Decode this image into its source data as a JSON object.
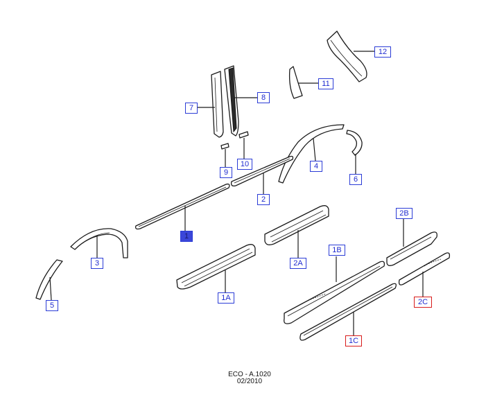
{
  "callouts": [
    {
      "id": "1",
      "label": "1",
      "status": "selected"
    },
    {
      "id": "1A",
      "label": "1A",
      "status": "normal"
    },
    {
      "id": "1B",
      "label": "1B",
      "status": "normal"
    },
    {
      "id": "1C",
      "label": "1C",
      "status": "highlight-red"
    },
    {
      "id": "2",
      "label": "2",
      "status": "normal"
    },
    {
      "id": "2A",
      "label": "2A",
      "status": "normal"
    },
    {
      "id": "2B",
      "label": "2B",
      "status": "normal"
    },
    {
      "id": "2C",
      "label": "2C",
      "status": "highlight-red"
    },
    {
      "id": "3",
      "label": "3",
      "status": "normal"
    },
    {
      "id": "4",
      "label": "4",
      "status": "normal"
    },
    {
      "id": "5",
      "label": "5",
      "status": "normal"
    },
    {
      "id": "6",
      "label": "6",
      "status": "normal"
    },
    {
      "id": "7",
      "label": "7",
      "status": "normal"
    },
    {
      "id": "8",
      "label": "8",
      "status": "normal"
    },
    {
      "id": "9",
      "label": "9",
      "status": "normal"
    },
    {
      "id": "10",
      "label": "10",
      "status": "normal"
    },
    {
      "id": "11",
      "label": "11",
      "status": "normal"
    },
    {
      "id": "12",
      "label": "12",
      "status": "normal"
    }
  ],
  "footer": {
    "code": "ECO - A.1020",
    "date": "02/2010"
  },
  "colors": {
    "callout_border": "#2a3bd6",
    "callout_text": "#1f2bd0",
    "selected_fill": "#3b46d9",
    "highlight_border": "#d81a1a"
  }
}
